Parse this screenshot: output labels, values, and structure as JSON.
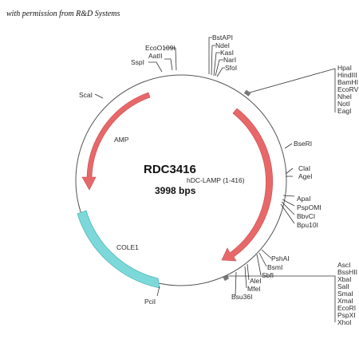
{
  "credit": "with permission from R&D Systems",
  "plasmid": {
    "name": "RDC3416",
    "size_label": "3998 bps"
  },
  "features": {
    "amp": "AMP",
    "insert": "hDC-LAMP (1-416)",
    "ori": "COLE1"
  },
  "sites": {
    "scal": "ScaI",
    "sspl": "SspI",
    "aatii": "AatII",
    "ecoo109i": "EcoO109I",
    "bstapi": "BstAPI",
    "ndei": "NdeI",
    "kasi": "KasI",
    "nari": "NarI",
    "sfoi": "SfoI",
    "bseri": "BseRI",
    "clai": "ClaI",
    "agei": "AgeI",
    "apai": "ApaI",
    "pspomi": "PspOMI",
    "bbvci": "BbvCI",
    "bpu10i": "Bpu10I",
    "psha": "PshAI",
    "bsmi": "BsmI",
    "sbfi": "SbfI",
    "alei": "AleI",
    "mfei": "MfeI",
    "bsu36i": "Bsu36I",
    "pcii": "PciI"
  },
  "mcs1": [
    "HpaI",
    "HindIII",
    "BamHI",
    "EcoRV",
    "NheI",
    "NotI",
    "EagI"
  ],
  "mcs2": [
    "AscI",
    "BssHII",
    "XbaI",
    "SalI",
    "SmaI",
    "XmaI",
    "EcoRI",
    "PspXI",
    "XhoI"
  ],
  "colors": {
    "arrow": "#e8686a",
    "arrow_stroke": "#c74a4c",
    "ori": "#7dd9d9",
    "ori_stroke": "#4fb7b7",
    "circle": "#555555"
  }
}
